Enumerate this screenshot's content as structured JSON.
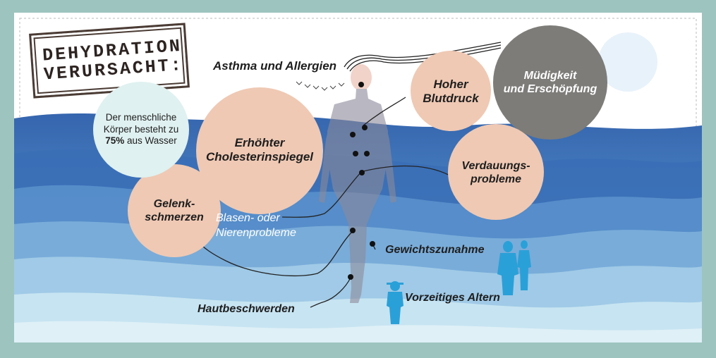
{
  "title": {
    "line1": "DEHYDRATION",
    "line2": "VERURSACHT:"
  },
  "fact": {
    "before": "Der menschliche Körper besteht zu ",
    "percent": "75%",
    "after": " aus Wasser"
  },
  "labels": {
    "asthma": "Asthma und Allergien",
    "bladder_line1": "Blasen- oder",
    "bladder_line2": "Nierenprobleme",
    "weight": "Gewichtszunahme",
    "aging": "Vorzeitiges Altern",
    "skin": "Hautbeschwerden"
  },
  "circles": {
    "cholesterol": {
      "line1": "Erhöhter",
      "line2": "Cholesterinspiegel"
    },
    "joints": {
      "line1": "Gelenk-",
      "line2": "schmerzen"
    },
    "blood_pressure": {
      "line1": "Hoher",
      "line2": "Blutdruck"
    },
    "fatigue": {
      "line1": "Müdigkeit",
      "line2": "und Erschöpfung"
    },
    "digestion": {
      "line1": "Verdauungs-",
      "line2": "probleme"
    }
  },
  "colors": {
    "frame": "#9dc4bf",
    "peach": "#efc9b4",
    "grey": "#7d7c79",
    "wave_dark": "#2f5fa8",
    "wave_light": "#cfe8f2",
    "silhouette": "#2aa0d8"
  }
}
